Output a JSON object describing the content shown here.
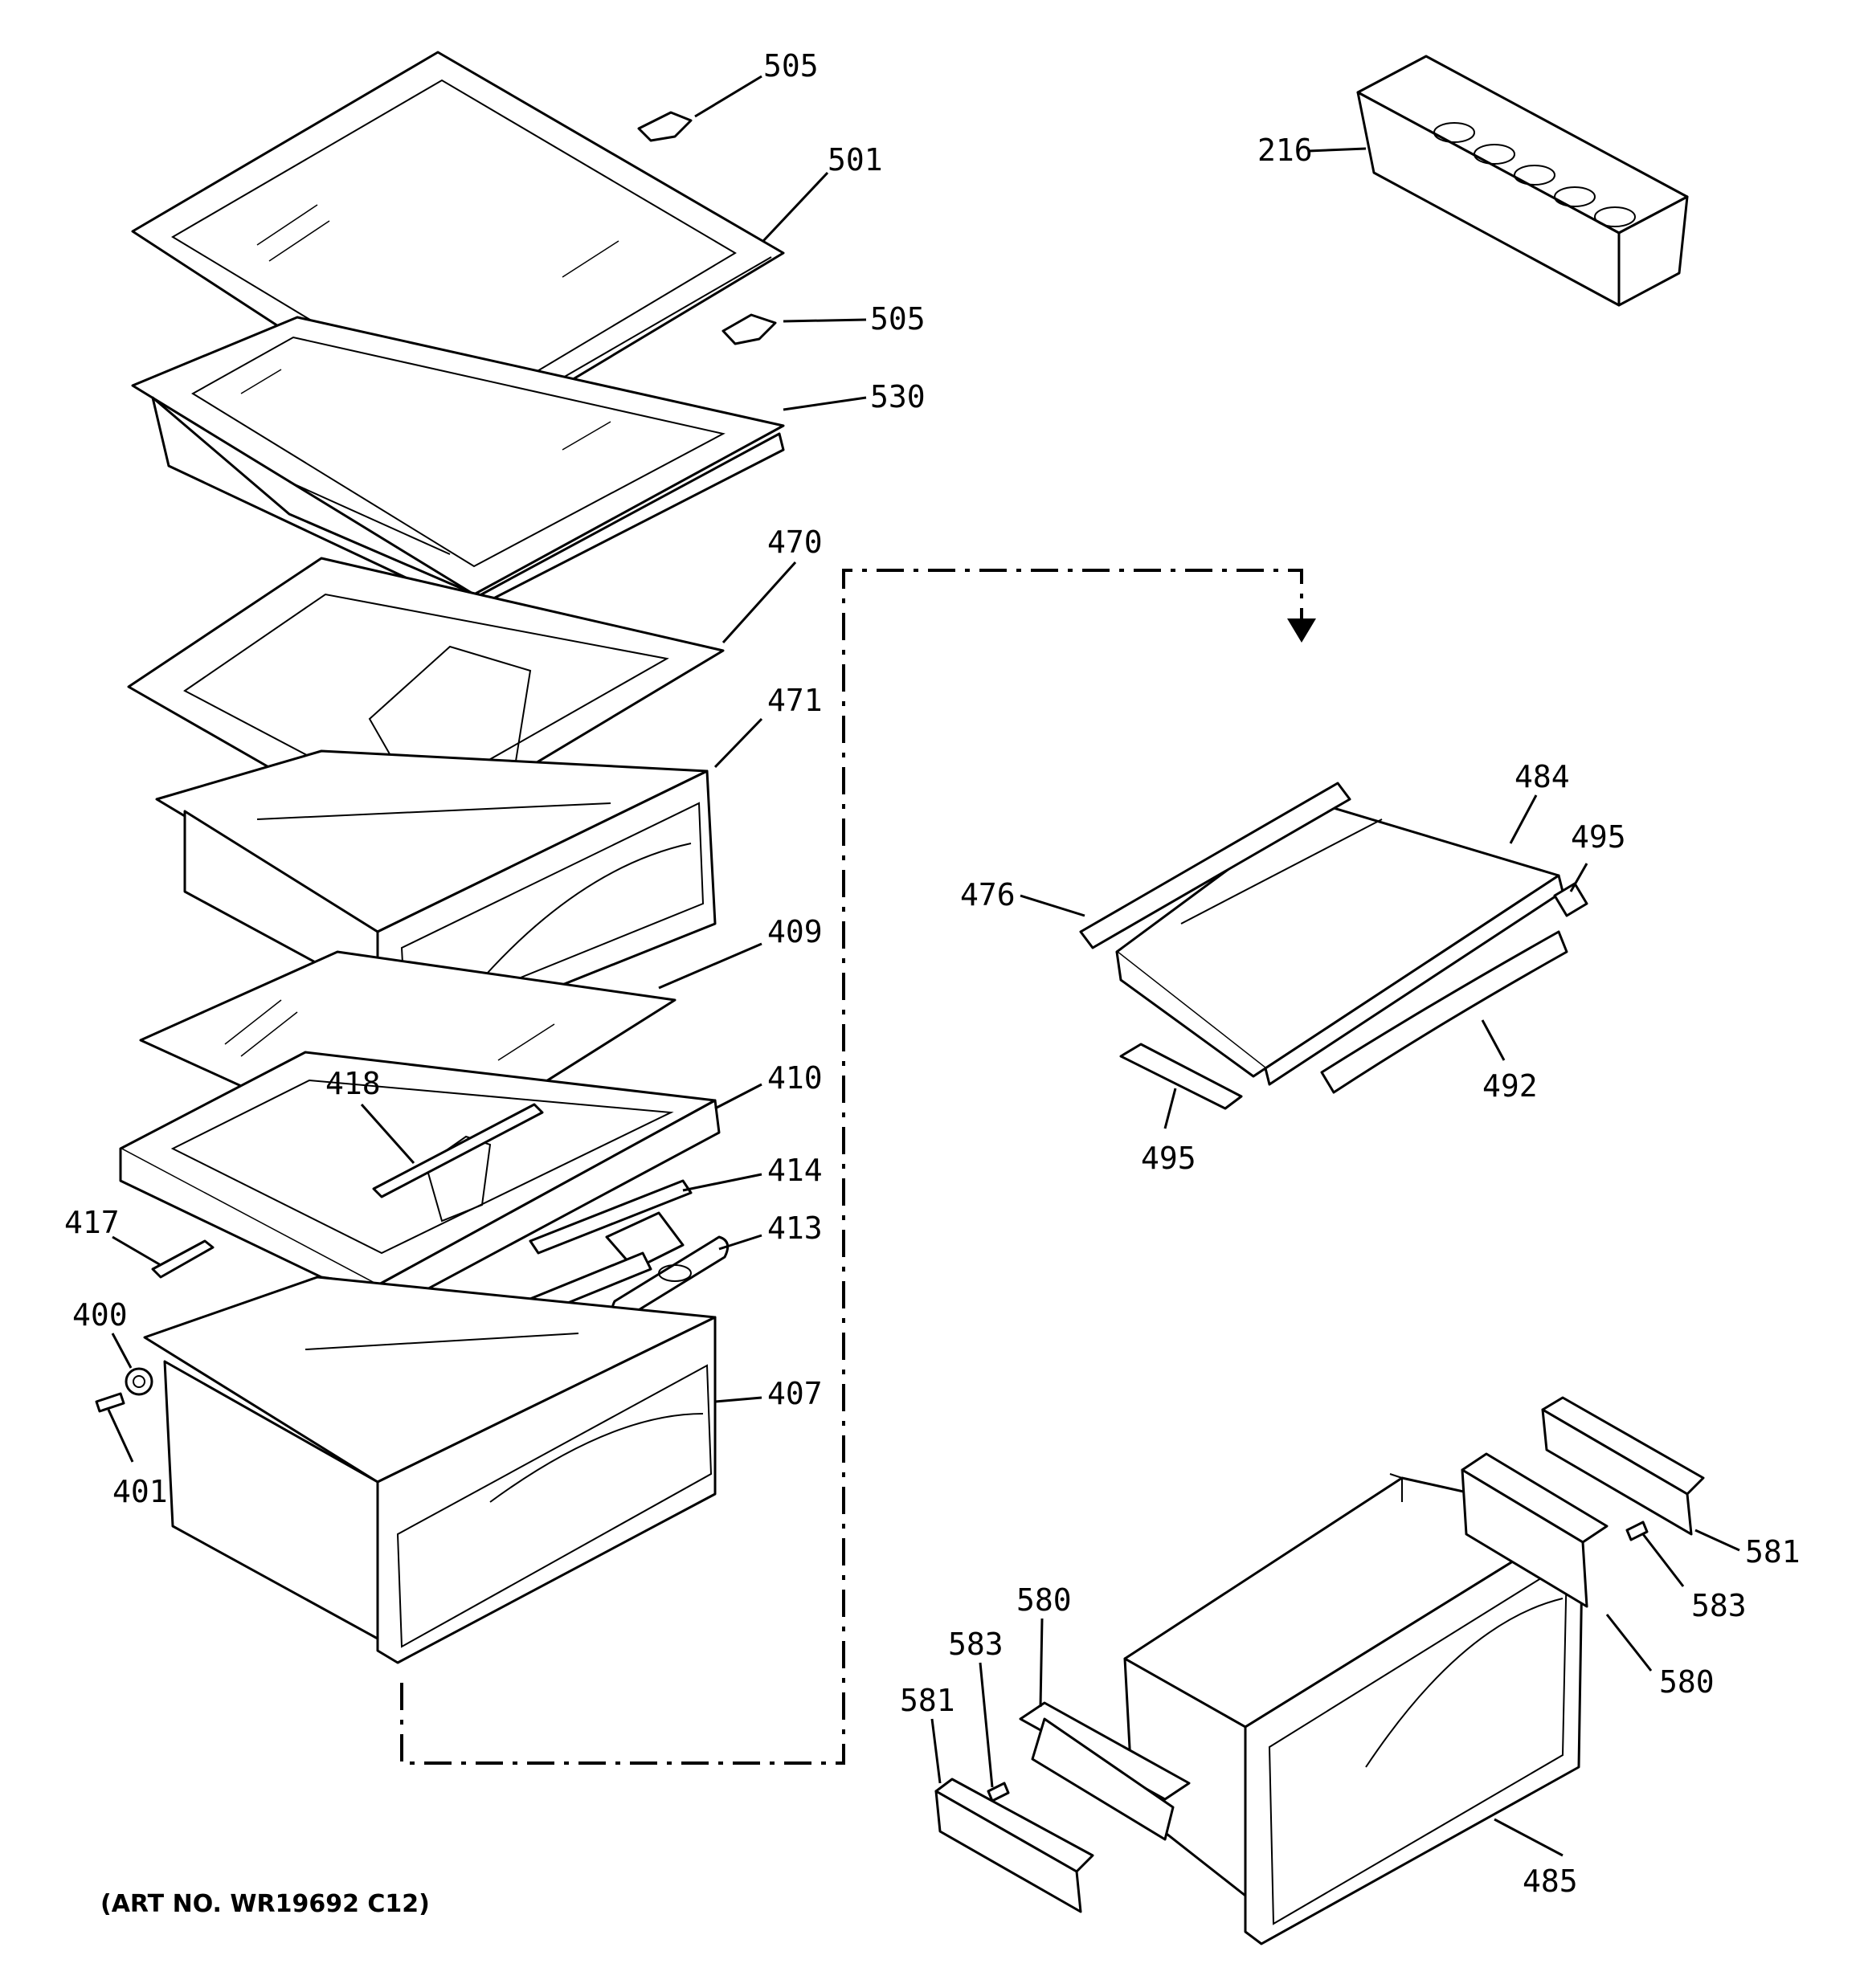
{
  "diagram": {
    "art_number": "(ART NO. WR19692 C12)",
    "callouts": {
      "c505a": "505",
      "c501": "501",
      "c505b": "505",
      "c530": "530",
      "c216": "216",
      "c470": "470",
      "c471": "471",
      "c409": "409",
      "c418": "418",
      "c410": "410",
      "c414": "414",
      "c417": "417",
      "c413": "413",
      "c400": "400",
      "c407": "407",
      "c401": "401",
      "c484": "484",
      "c495a": "495",
      "c476": "476",
      "c492": "492",
      "c495b": "495",
      "c581a": "581",
      "c583a": "583",
      "c580a": "580",
      "c581b": "581",
      "c583b": "583",
      "c580b": "580",
      "c485": "485"
    }
  }
}
